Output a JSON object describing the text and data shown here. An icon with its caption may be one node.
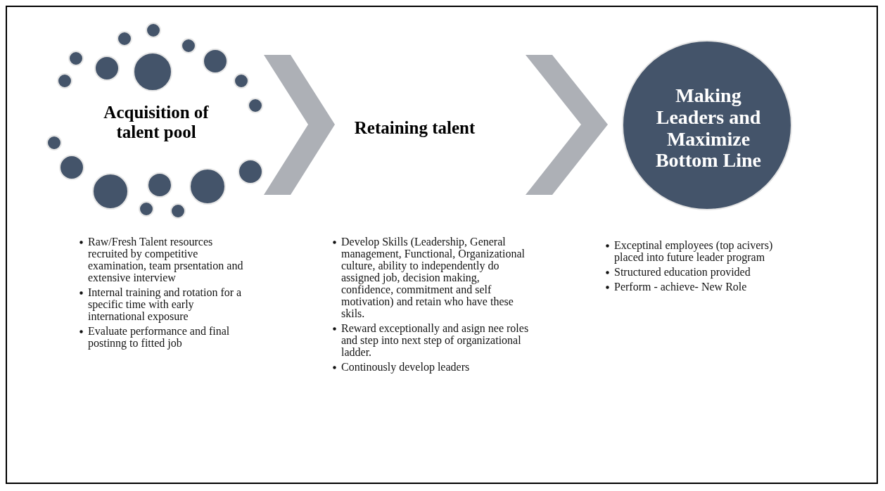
{
  "diagram": {
    "nodes": [
      {
        "text": [
          "Acquisition of talent pool"
        ],
        "beside": [
          "Raw/Fresh Talent resources recruited by competitive examination, team prsentation and extensive interview",
          "Internal training and rotation for a specific time with early international exposure",
          "Evaluate performance and final postinng to fitted job"
        ]
      },
      {
        "text": [
          "Retaining talent"
        ],
        "beside": [
          "Develop Skills (Leadership, General management, Functional, Organizational culture, ability to independently do assigned job, decision making, confidence, commitment and self motivation) and retain who have these skils.",
          "Reward exceptionally and asign nee roles and step into next step of organizational ladder.",
          "Continously develop leaders"
        ]
      },
      {
        "text": [
          "Making Leaders and Maximize Bottom Line"
        ],
        "beside": [
          "Exceptinal employees (top acivers) placed into future leader program",
          "Structured education provided",
          "Perform - achieve- New Role"
        ]
      }
    ],
    "edges": [
      {
        "from": 0,
        "to": 1,
        "arrow": "to"
      },
      {
        "from": 1,
        "to": 2,
        "arrow": "to"
      }
    ]
  }
}
